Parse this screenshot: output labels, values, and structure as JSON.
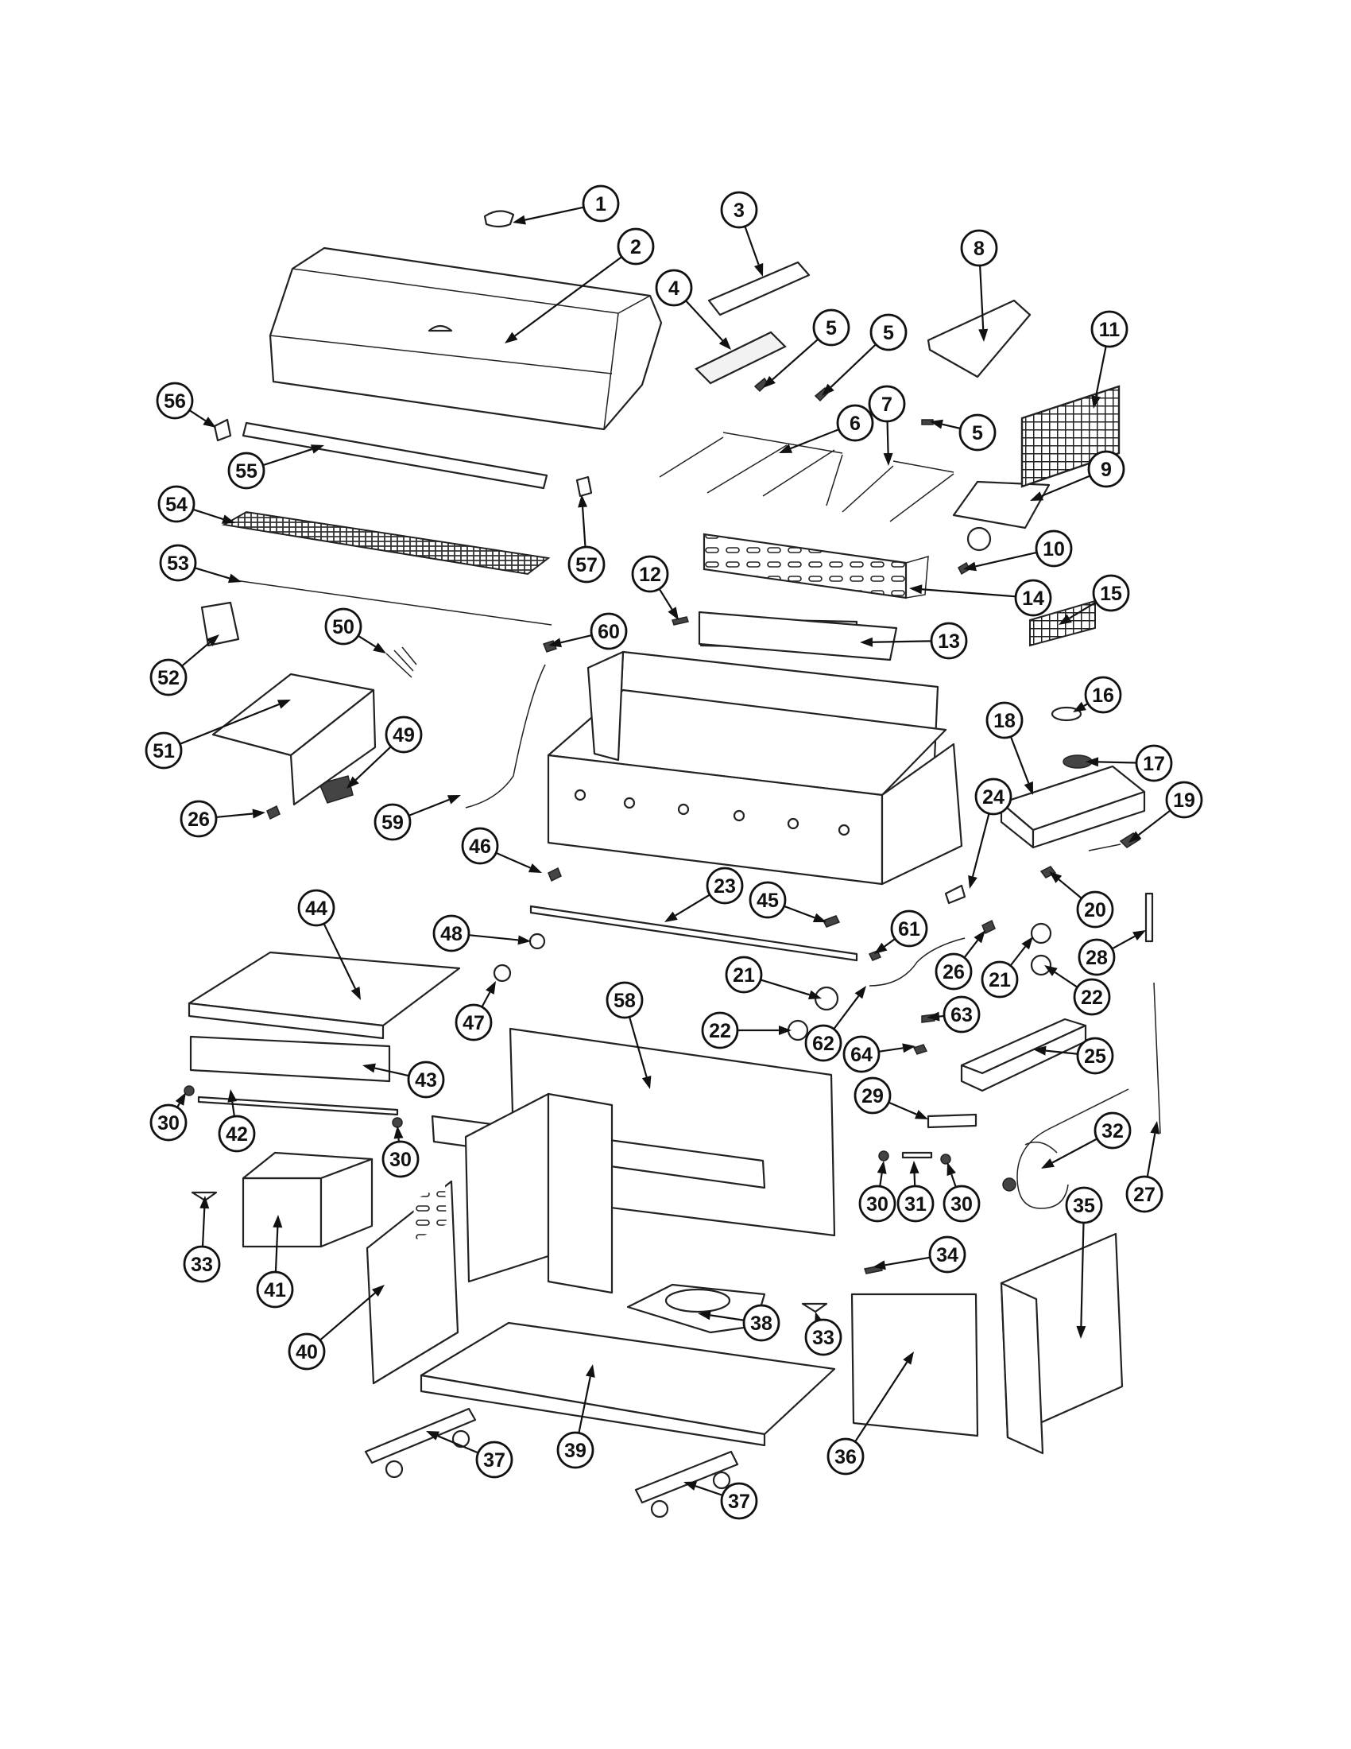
{
  "diagram": {
    "callouts": [
      "1",
      "2",
      "3",
      "4",
      "5",
      "5",
      "5",
      "6",
      "7",
      "8",
      "9",
      "10",
      "11",
      "12",
      "13",
      "14",
      "15",
      "16",
      "17",
      "18",
      "19",
      "20",
      "21",
      "21",
      "22",
      "22",
      "23",
      "24",
      "25",
      "26",
      "26",
      "27",
      "28",
      "29",
      "30",
      "30",
      "30",
      "30",
      "31",
      "32",
      "33",
      "33",
      "34",
      "35",
      "36",
      "37",
      "37",
      "38",
      "39",
      "40",
      "41",
      "42",
      "43",
      "44",
      "45",
      "46",
      "47",
      "48",
      "49",
      "50",
      "51",
      "52",
      "53",
      "54",
      "55",
      "56",
      "57",
      "58",
      "59",
      "60",
      "61",
      "62",
      "63",
      "64"
    ]
  }
}
